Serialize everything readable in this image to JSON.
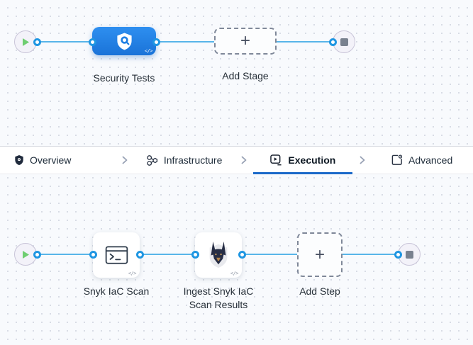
{
  "stage_pipeline": {
    "stage": {
      "label": "Security Tests"
    },
    "add_stage": {
      "label": "Add Stage",
      "plus_glyph": "+"
    },
    "code_badge_glyph": "</>"
  },
  "tab_bar": {
    "tabs": [
      {
        "label": "Overview",
        "icon": "shield-icon",
        "active": false
      },
      {
        "label": "Infrastructure",
        "icon": "infrastructure-icon",
        "active": false
      },
      {
        "label": "Execution",
        "icon": "execution-icon",
        "active": true
      },
      {
        "label": "Advanced",
        "icon": "advanced-gear-icon",
        "active": false
      }
    ]
  },
  "step_pipeline": {
    "steps": [
      {
        "label": "Snyk IaC Scan",
        "icon": "terminal-icon"
      },
      {
        "label": "Ingest Snyk IaC Scan Results",
        "icon": "snyk-dog-icon"
      }
    ],
    "add_step": {
      "label": "Add Step",
      "plus_glyph": "+"
    },
    "code_badge_glyph": "</>"
  },
  "icons": {
    "start": "play-icon",
    "end": "stop-icon",
    "stage": "security-shield-scan-icon",
    "separator": "chevron-right-icon"
  },
  "colors": {
    "node_blue": "#1e7fe3",
    "edge_blue": "#58b5e9",
    "port_ring": "#1f96e2",
    "play_green": "#6fce71",
    "tab_underline": "#1b69c9",
    "dashed_border": "#7f8899",
    "canvas_bg": "#f8fafd"
  }
}
